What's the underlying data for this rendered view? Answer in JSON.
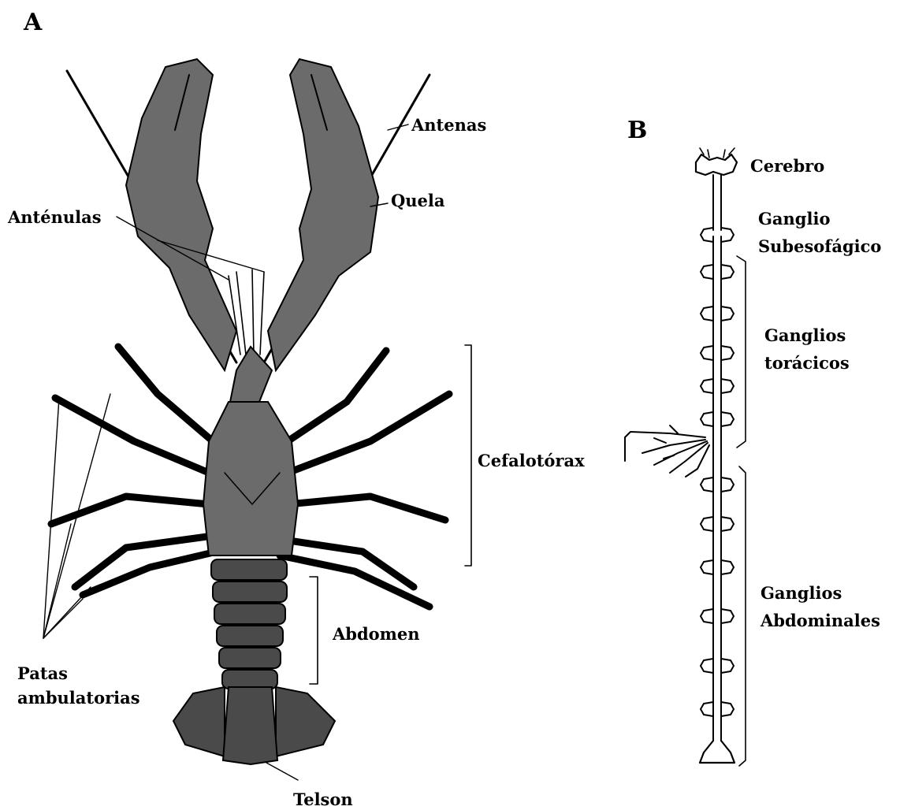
{
  "panels": {
    "a": "A",
    "b": "B"
  },
  "crayfish_labels": {
    "antenas": "Antenas",
    "quela": "Quela",
    "antenulas": "Anténulas",
    "cefalotorax": "Cefalotórax",
    "abdomen": "Abdomen",
    "patas_line1": "Patas",
    "patas_line2": "ambulatorias",
    "telson": "Telson"
  },
  "nervous_labels": {
    "cerebro": "Cerebro",
    "ganglio_sub_line1": "Ganglio",
    "ganglio_sub_line2": "Subesofágico",
    "toracicos_line1": "Ganglios",
    "toracicos_line2": "torácicos",
    "abdominales_line1": "Ganglios",
    "abdominales_line2": "Abdominales"
  },
  "colors": {
    "ink": "#000000",
    "background": "#ffffff"
  }
}
